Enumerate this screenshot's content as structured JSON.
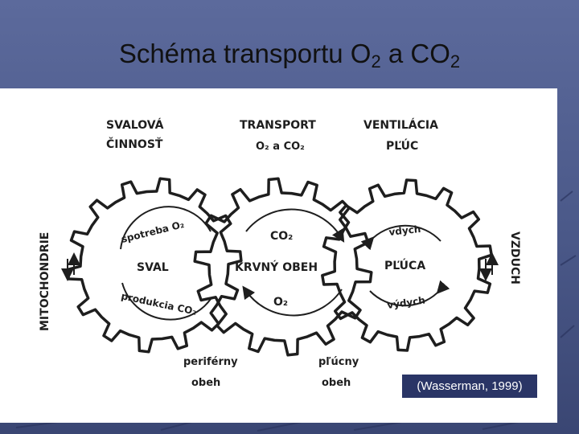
{
  "slide": {
    "title_main": "Schéma transportu O",
    "title_sub1": "2",
    "title_mid": " a CO",
    "title_sub2": "2"
  },
  "diagram": {
    "header_muscle_1": "SVALOVÁ",
    "header_muscle_2": "ČINNOSŤ",
    "header_transport_1": "TRANSPORT",
    "header_transport_2": "O₂ a CO₂",
    "header_ventilation_1": "VENTILÁCIA",
    "header_ventilation_2": "PĽÚC",
    "left_side": "MITOCHONDRIE",
    "right_side": "VZDUCH",
    "gear_left": "SVAL",
    "gear_left_top": "spotreba O₂",
    "gear_left_bottom": "produkcia CO₂",
    "gear_center": "KRVNÝ OBEH",
    "gear_center_top": "CO₂",
    "gear_center_bottom": "O₂",
    "gear_right": "PĽÚCA",
    "gear_right_top": "vdych",
    "gear_right_bottom": "výdych",
    "bottom_left_1": "periférny",
    "bottom_left_2": "obeh",
    "bottom_right_1": "pľúcny",
    "bottom_right_2": "obeh",
    "citation": "(Wasserman, 1999)"
  },
  "colors": {
    "background": "#4a5888",
    "panel": "#ffffff",
    "ink": "#1e1e1e",
    "citation_bg": "#2a3566"
  }
}
